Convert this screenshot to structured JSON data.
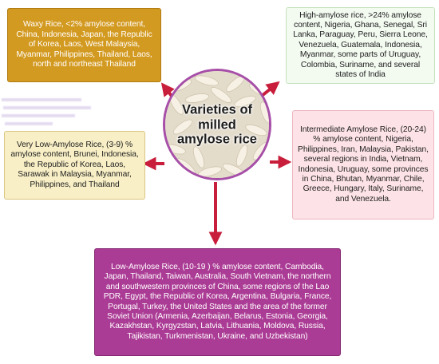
{
  "center": {
    "title": "Varieties of\nmilled\namylose rice"
  },
  "nodes": {
    "waxy": "Waxy Rice, <2% amylose content, China, Indonesia, Japan, the Republic of Korea, Laos, West Malaysia, Myanmar, Philippines, Thailand, Laos, north and northeast Thailand",
    "high": "High-amylose rice, >24% amylose content, Nigeria, Ghana, Senegal, Sri Lanka, Paraguay, Peru, Sierra Leone, Venezuela, Guatemala, Indonesia, Myanmar, some parts of Uruguay, Colombia, Suriname, and several states of India",
    "very_low": "Very Low-Amylose Rice, (3-9) % amylose content, Brunei, Indonesia, the Republic of Korea, Laos, Sarawak in Malaysia, Myanmar, Philippines, and Thailand",
    "intermediate": "Intermediate Amylose Rice, (20-24) % amylose content, Nigeria, Philippines, Iran, Malaysia, Pakistan, several regions in India, Vietnam, Indonesia, Uruguay, some provinces in China, Bhutan, Myanmar, Chile, Greece, Hungary, Italy, Suriname, and Venezuela.",
    "low": "Low-Amylose Rice, (10-19 ) % amylose content, Cambodia, Japan, Thailand, Taiwan, Australia, South Vietnam, the northern and southwestern provinces of China, some regions of the Lao PDR, Egypt, the Republic of Korea, Argentina, Bulgaria, France, Portugal, Turkey, the United States and the area of the former Soviet Union (Armenia, Azerbaijan, Belarus, Estonia, Georgia, Kazakhstan, Kyrgyzstan, Latvia, Lithuania, Moldova, Russia, Tajikistan, Turkmenistan, Ukraine, and Uzbekistan)"
  },
  "colors": {
    "arrow": "#c81e3c",
    "hub_border": "#a64ea8",
    "waxy_fill": "#d39a22",
    "high_fill": "#f3faf0",
    "very_low_fill": "#f8efc6",
    "intermediate_fill": "#fde3e7",
    "low_fill": "#ab3c95"
  },
  "arrows": [
    {
      "from": "center",
      "to": "waxy"
    },
    {
      "from": "center",
      "to": "high"
    },
    {
      "from": "center",
      "to": "very_low"
    },
    {
      "from": "center",
      "to": "intermediate"
    },
    {
      "from": "center",
      "to": "low"
    }
  ]
}
